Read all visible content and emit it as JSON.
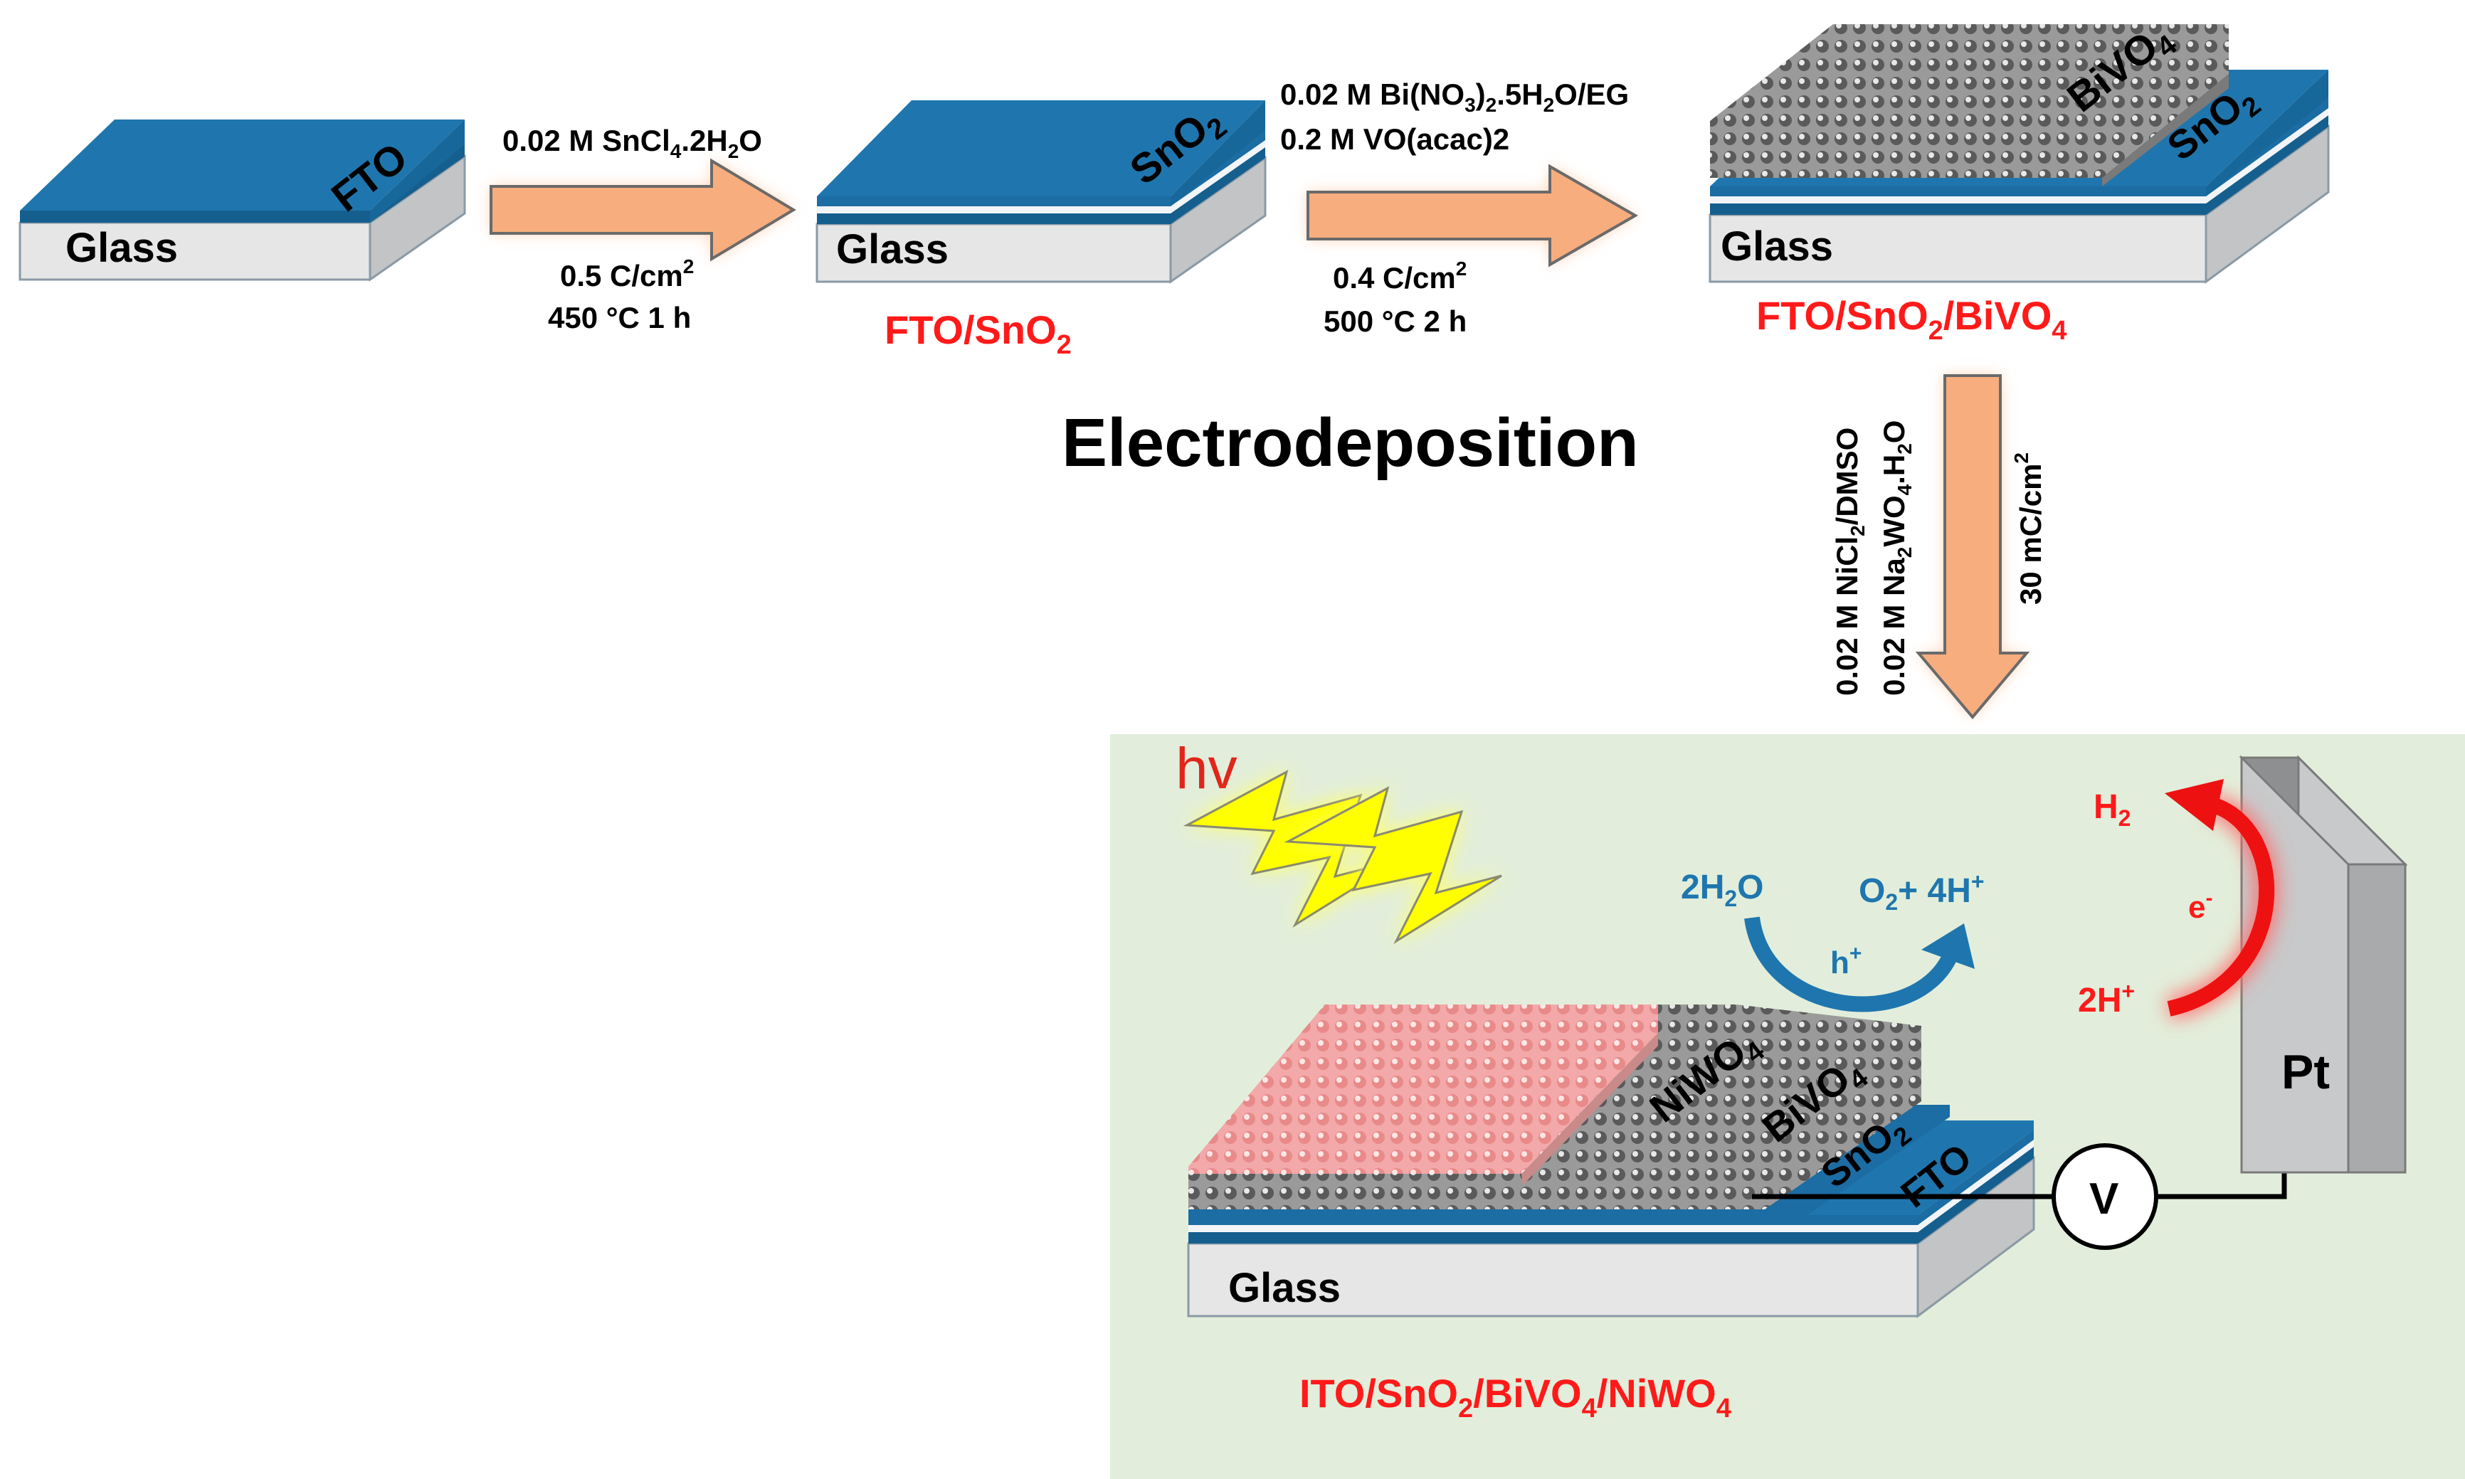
{
  "colors": {
    "fto_blue": "#1f76ae",
    "glass_face": "#e6e6e6",
    "glass_side": "#c2c4c6",
    "arrow_fill": "#f7ad7e",
    "panel_bg": "#e2eedb",
    "label_red": "#ff1a1a",
    "reaction_blue": "#1f76ae",
    "lightning_yellow": "#ffff00",
    "nickel_pink": "#f4a6a6",
    "pt_electrode": "#c8c9ca"
  },
  "icons": {
    "light": "lightning-bolt-icon",
    "reaction_arrow": "curved-arrow-icon",
    "voltmeter": "voltmeter-icon"
  },
  "substrate1": {
    "top_label": "FTO",
    "glass_label": "Glass"
  },
  "step1": {
    "reagent": "0.02 M SnCl",
    "reagent_sub1": "4",
    "reagent_mid": ".2H",
    "reagent_sub2": "2",
    "reagent_end": "O",
    "charge": "0.5 C/cm",
    "charge_sup": "2",
    "anneal": "450 °C 1 h"
  },
  "substrate2": {
    "top_label": "SnO",
    "top_label_sub": "2",
    "glass_label": "Glass",
    "name": "FTO/SnO",
    "name_sub": "2"
  },
  "step2": {
    "reagent1": "0.02 M Bi(NO",
    "reagent1_sub1": "3",
    "reagent1_mid": ")",
    "reagent1_sub2": "2",
    "reagent1_end": ".5H",
    "reagent1_sub3": "2",
    "reagent1_tail": "O/EG",
    "reagent2": "0.2 M VO(acac)2",
    "charge": "0.4 C/cm",
    "charge_sup": "2",
    "anneal": "500 °C 2 h"
  },
  "substrate3": {
    "bivo4_label": "BiVO",
    "bivo4_sub": "4",
    "sno2_label": "SnO",
    "sno2_sub": "2",
    "glass_label": "Glass",
    "name_a": "FTO/SnO",
    "name_sub1": "2",
    "name_b": "/BiVO",
    "name_sub2": "4"
  },
  "method_title": "Electrodeposition",
  "step3": {
    "reagent1": "0.02 M NiCl",
    "reagent1_sub": "2",
    "reagent1_end": "/DMSO",
    "reagent2": "0.02 M Na",
    "reagent2_sub1": "2",
    "reagent2_mid": "WO",
    "reagent2_sub2": "4",
    "reagent2_end": ".H",
    "reagent2_sub3": "2",
    "reagent2_tail": "O",
    "charge": "30 mC/cm",
    "charge_sup": "2"
  },
  "pec_cell": {
    "light_label": "hv",
    "niwo4_label": "NiWO",
    "niwo4_sub": "4",
    "bivo4_label": "BiVO",
    "bivo4_sub": "4",
    "sno2_label": "SnO",
    "sno2_sub": "2",
    "fto_label": "FTO",
    "glass_label": "Glass",
    "oxidation_reactant": "2H",
    "oxidation_reactant_sub": "2",
    "oxidation_reactant_end": "O",
    "oxidation_product": "O",
    "oxidation_product_sub": "2",
    "oxidation_product_end": "+ 4H",
    "oxidation_product_sup": "+",
    "hole": "h",
    "hole_sup": "+",
    "reduction_product": "H",
    "reduction_product_sub": "2",
    "reduction_reactant": "2H",
    "reduction_reactant_sup": "+",
    "electron": "e",
    "electron_sup": "-",
    "voltmeter_label": "V",
    "counter_electrode": "Pt",
    "name_a": "ITO/SnO",
    "name_sub1": "2",
    "name_b": "/BiVO",
    "name_sub2": "4",
    "name_c": "/NiWO",
    "name_sub3": "4"
  }
}
